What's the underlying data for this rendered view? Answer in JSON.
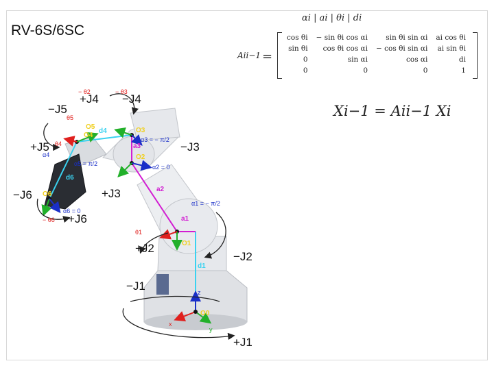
{
  "slide": {
    "title": "RV-6S/6SC"
  },
  "equations": {
    "dh_header": "αi | ai | θi | di",
    "lhs": "Aii−1",
    "equals": "=",
    "matrix": [
      [
        "cos θi",
        "− sin θi cos αi",
        "sin θi sin αi",
        "ai cos θi"
      ],
      [
        "sin θi",
        "cos θi cos αi",
        "− cos θi sin αi",
        "ai sin θi"
      ],
      [
        "0",
        "sin αi",
        "cos αi",
        "di"
      ],
      [
        "0",
        "0",
        "0",
        "1"
      ]
    ],
    "transform": "Xi−1 = Aii−1 Xi"
  },
  "robot": {
    "joint_labels": [
      "−J4",
      "+J4",
      "−J5",
      "+J5",
      "−J3",
      "+J3",
      "−J6",
      "+J6",
      "+J2",
      "−J2",
      "−J1",
      "+J1"
    ],
    "frame_labels": [
      "O5",
      "O4",
      "O3",
      "O2",
      "O6",
      "O1",
      "O0"
    ],
    "link_labels": [
      "d4",
      "a3",
      "a2",
      "a1",
      "d6",
      "d1"
    ],
    "param_labels": [
      "− θ2",
      "− θ3",
      "θ5",
      "θ4",
      "θ1",
      "− θ6",
      "α3 = − π/2",
      "α2 = 0",
      "α5 = π/2",
      "α4",
      "α6 = 0",
      "α1 = − π/2"
    ],
    "axis_labels": [
      "x",
      "y",
      "z"
    ],
    "colors": {
      "body": "#e4e6ea",
      "cyan": "#3ad2f0",
      "magenta": "#d21ed2",
      "red": "#e0201e",
      "green": "#22b02a",
      "blue": "#1a2fc8",
      "yellow": "#f0d020"
    }
  }
}
